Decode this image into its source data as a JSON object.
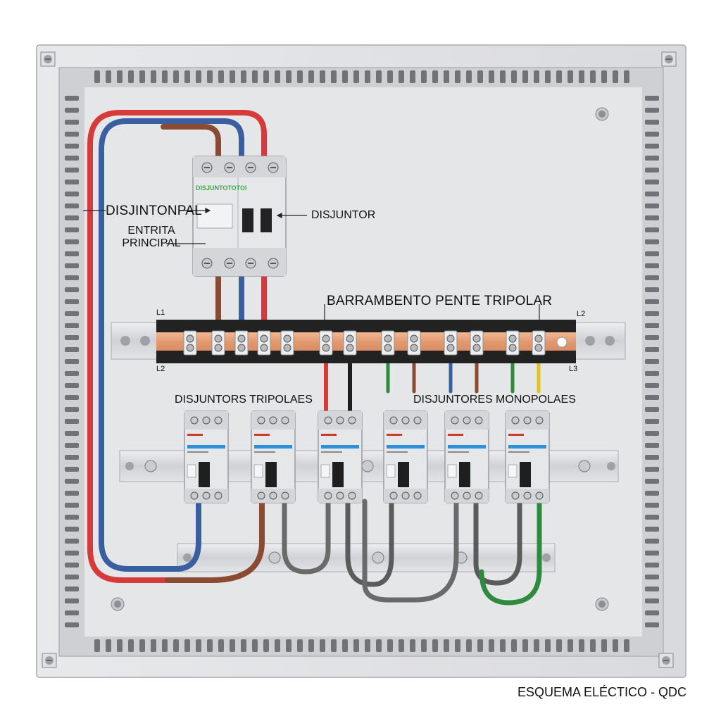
{
  "labels": {
    "disjuntor_principal": "DISJINTONPAL",
    "entrada_principal_line1": "ENTRITA",
    "entrada_principal_line2": "PRINCIPAL",
    "disjuntor": "DISJUNTOR",
    "barramento": "BARRAMBENTO PENTE TRIPOLAR",
    "disjuntores_tripolares": "DISJUNTORS TRIPOLAES",
    "disjuntores_monopolares": "DISJUNTORES MONOPOLAES",
    "phase_l1": "L1",
    "phase_l2_top": "L2",
    "phase_l2_bottom": "L2",
    "phase_l3": "L3",
    "main_breaker_brand": "DISJUNTOTOTOI",
    "footer": "ESQUEMA ELÉCTICO - QDC"
  },
  "colors": {
    "enclosure": "#dcdde0",
    "backplate": "#e4e5e7",
    "busbar_copper": "#e8a37c",
    "busbar_black": "#222222",
    "din_rail": "#d4d6d9",
    "wire_red": "#d63a3a",
    "wire_blue": "#3a5fa0",
    "wire_brown": "#8a4b32",
    "wire_black": "#1e1e1e",
    "wire_grey": "#6a6a6a",
    "wire_green": "#2e8b3e",
    "wire_yellow": "#e0c21a",
    "breaker_body": "#e6e7e9",
    "breaker_accent": "#2f8fd8",
    "breaker_text_red": "#cc3a2a",
    "main_brand_green": "#3aa84a"
  }
}
